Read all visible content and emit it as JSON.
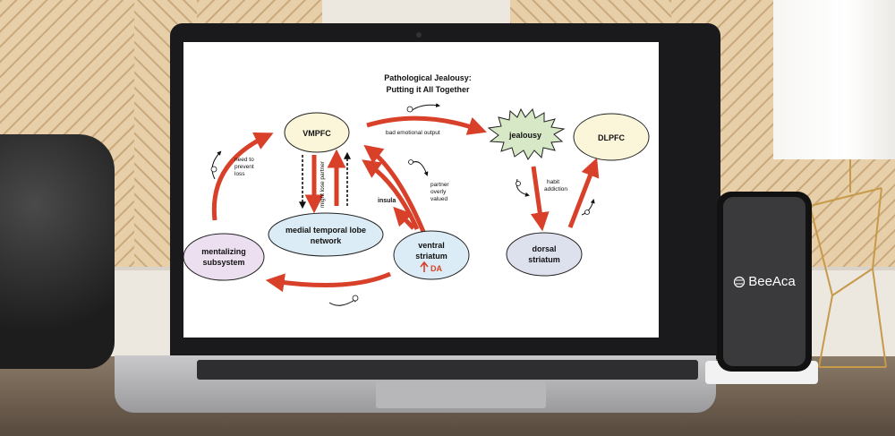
{
  "diagram": {
    "title_line1": "Pathological Jealousy:",
    "title_line2": "Putting it All Together",
    "nodes": {
      "vmpfc": "VMPFC",
      "jealousy": "jealousy",
      "dlpfc": "DLPFC",
      "mtl_line1": "medial temporal lobe",
      "mtl_line2": "network",
      "ventral_line1": "ventral",
      "ventral_line2": "striatum",
      "ventral_da": "DA",
      "mentalizing_line1": "mentalizing",
      "mentalizing_line2": "subsystem",
      "dorsal_line1": "dorsal",
      "dorsal_line2": "striatum"
    },
    "edge_labels": {
      "bad_output": "bad emotional output",
      "prevent_line1": "need to",
      "prevent_line2": "prevent",
      "prevent_line3": "loss",
      "might_lose": "might lose partner",
      "insula": "insula",
      "partner_line1": "partner",
      "partner_line2": "overly",
      "partner_line3": "valued",
      "habit_line1": "habit",
      "habit_line2": "addiction"
    },
    "colors": {
      "arrow": "#d8402a",
      "vmpfc_fill": "#fbf6da",
      "jealousy_fill": "#d6e8c5",
      "dlpfc_fill": "#fbf6da",
      "mtl_fill": "#dcecf6",
      "ventral_fill": "#dcecf6",
      "mentalizing_fill": "#ece0f0",
      "dorsal_fill": "#dde1ee"
    }
  },
  "phone": {
    "brand": "BeeAca",
    "logo_icon": "beeaca-logo-icon"
  }
}
